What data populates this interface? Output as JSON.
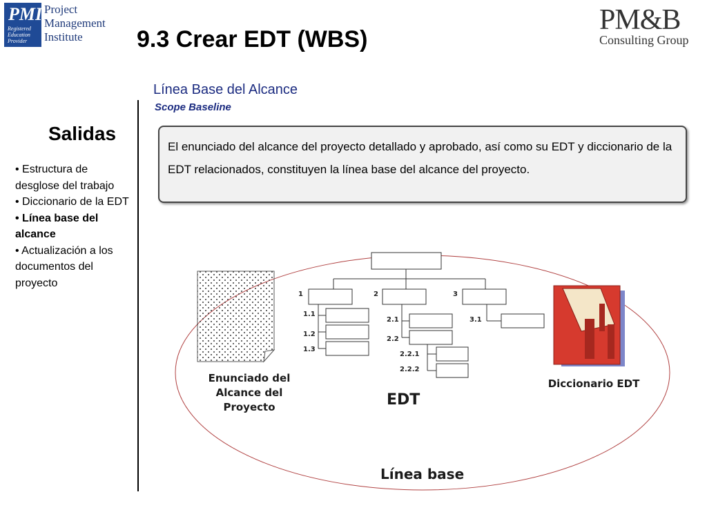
{
  "header": {
    "title": "9.3 Crear EDT (WBS)",
    "pmi_logo": {
      "lines": [
        "Project",
        "Management",
        "Institute"
      ],
      "badge_text": "PMI",
      "badge_small": [
        "Registered",
        "Education",
        "Provider"
      ]
    },
    "pmb_logo": {
      "main": "PM&B",
      "sub": "Consulting Group"
    }
  },
  "scope": {
    "title": "Línea Base del Alcance",
    "subtitle": "Scope Baseline",
    "definition": "El enunciado del alcance del proyecto detallado y aprobado, así como su EDT y diccionario de la EDT relacionados, constituyen la línea base del alcance del proyecto."
  },
  "sidebar": {
    "heading": "Salidas",
    "items": [
      {
        "text": "• Estructura de desglose del trabajo",
        "bold": false
      },
      {
        "text": "• Diccionario de la EDT",
        "bold": false
      },
      {
        "text": "• Línea base del alcance",
        "bold": true
      },
      {
        "text": "• Actualización a los documentos del proyecto",
        "bold": false
      }
    ]
  },
  "diagram": {
    "scope_statement_label": "Enunciado del Alcance del Proyecto",
    "wbs_label": "EDT",
    "dictionary_label": "Diccionario EDT",
    "baseline_label": "Línea base",
    "wbs_numbers": [
      "1",
      "2",
      "3",
      "1.1",
      "1.2",
      "1.3",
      "2.1",
      "2.2",
      "2.2.1",
      "2.2.2",
      "3.1"
    ],
    "colors": {
      "ellipse": "#b04040",
      "book": "#d63a2e",
      "title_blue": "#1b2b80"
    }
  }
}
